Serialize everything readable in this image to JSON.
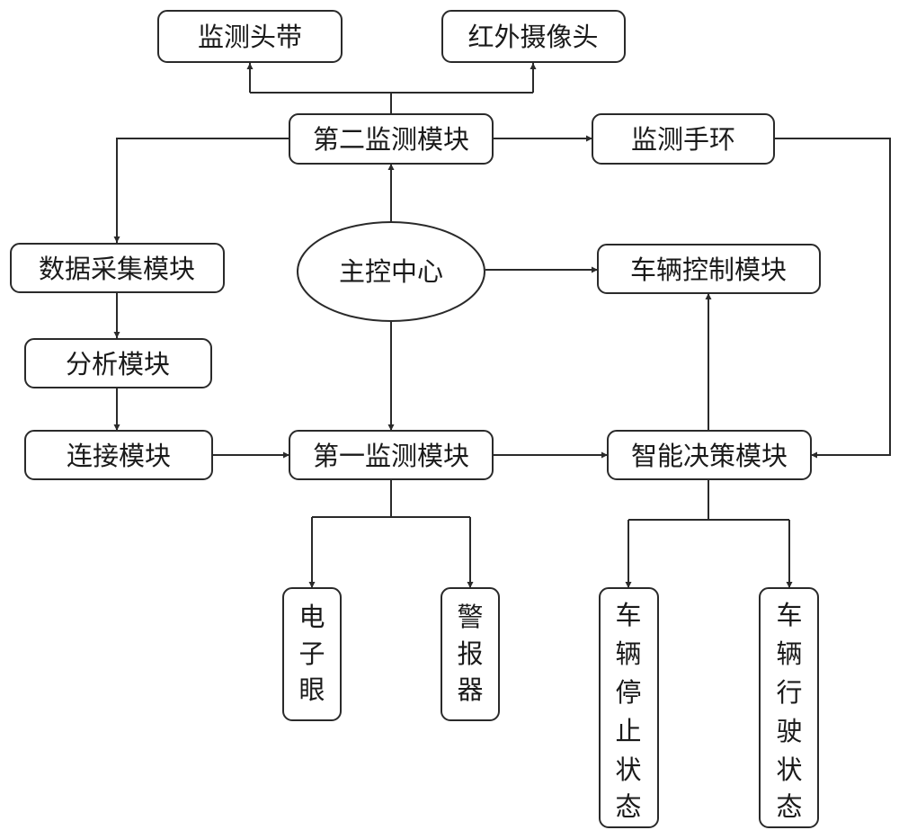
{
  "nodes": {
    "monitor_headband": "监测头带",
    "infrared_camera": "红外摄像头",
    "second_monitor": "第二监测模块",
    "monitor_bracelet": "监测手环",
    "data_collection": "数据采集模块",
    "main_control": "主控中心",
    "vehicle_control": "车辆控制模块",
    "analysis": "分析模块",
    "connection": "连接模块",
    "first_monitor": "第一监测模块",
    "smart_decision": "智能决策模块",
    "electronic_eye": [
      "电",
      "子",
      "眼"
    ],
    "alarm": [
      "警",
      "报",
      "器"
    ],
    "vehicle_stop": [
      "车",
      "辆",
      "停",
      "止",
      "状",
      "态"
    ],
    "vehicle_drive": [
      "车",
      "辆",
      "行",
      "驶",
      "状",
      "态"
    ]
  },
  "colors": {
    "stroke": "#2a2a2a",
    "text": "#1a1a1a",
    "background": "#ffffff"
  }
}
